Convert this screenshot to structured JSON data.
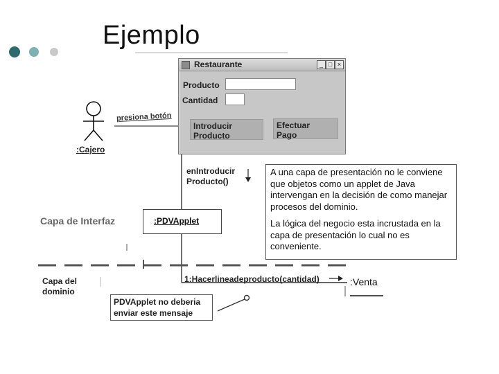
{
  "slide": {
    "title": "Ejemplo",
    "bullet_colors": [
      "#2e6b6f",
      "#7fb1b4",
      "#c9c9c9"
    ]
  },
  "window": {
    "title": "Restaurante",
    "producto_label": "Producto",
    "cantidad_label": "Cantidad",
    "introducir_button": "Introducir\nProducto",
    "pago_button": "Efectuar\nPago"
  },
  "actor": {
    "name": ":Cajero",
    "message": "presiona botón"
  },
  "messages": {
    "en_introducir": "enIntroducir\nProducto()",
    "hacer_linea": "1:Hacerlineadeproducto(cantidad)"
  },
  "objects": {
    "pdv_applet": ":PDVApplet",
    "venta": ":Venta"
  },
  "layers": {
    "interfaz": "Capa de Interfaz",
    "dominio": "Capa del\ndominio"
  },
  "notes": {
    "main_p1": "A una capa de presentación no le conviene que objetos como un applet de Java intervengan en la decisión de como manejar procesos del dominio.",
    "main_p2": "La lógica del negocio esta incrustada en la capa de presentación lo cual no es conveniente.",
    "bottom": "PDVApplet no deberia\nenviar este mensaje"
  }
}
